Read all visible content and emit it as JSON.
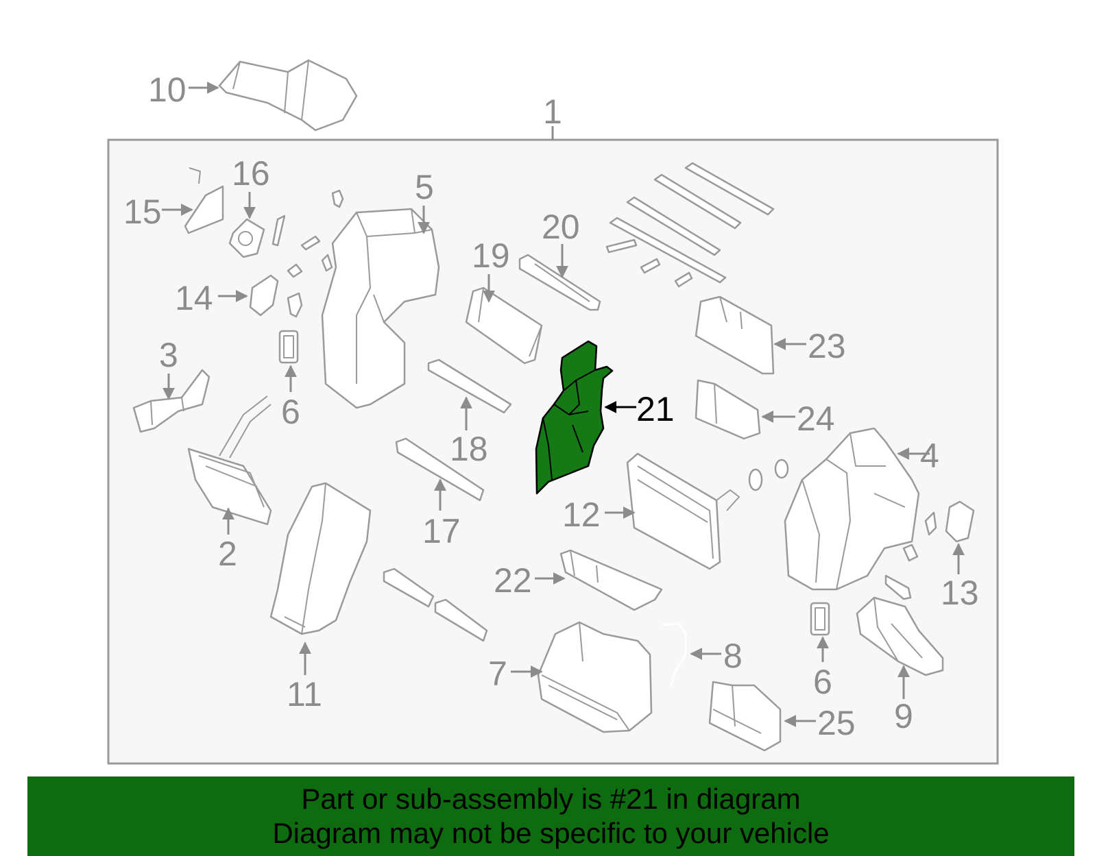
{
  "diagram": {
    "assembly_label": "1",
    "highlighted_part": "21",
    "highlight_color": "#157a15",
    "banner_color": "#0f6b0f",
    "callouts": [
      "10",
      "16",
      "15",
      "5",
      "20",
      "19",
      "14",
      "3",
      "6",
      "23",
      "21",
      "24",
      "4",
      "2",
      "18",
      "17",
      "12",
      "13",
      "22",
      "11",
      "8",
      "7",
      "6",
      "9",
      "25"
    ]
  },
  "banner": {
    "line1": "Part or sub-assembly is #21 in diagram",
    "line2": "Diagram may not be specific to your vehicle"
  }
}
